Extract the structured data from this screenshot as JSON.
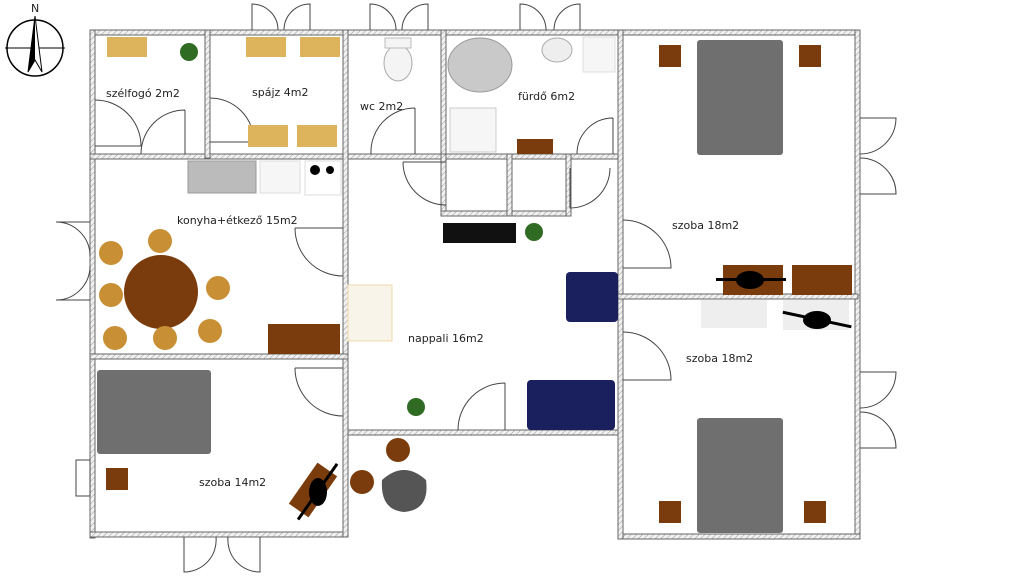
{
  "compass": {
    "north_label": "N"
  },
  "rooms": {
    "szelfogo": "szélfogó 2m2",
    "spajz": "spájz 4m2",
    "wc": "wc 2m2",
    "furdo": "fürdő 6m2",
    "konyha": "konyha+étkező 15m2",
    "nappali": "nappali 16m2",
    "szoba_ne": "szoba 18m2",
    "szoba_se": "szoba 18m2",
    "szoba_sw": "szoba 14m2"
  },
  "colors": {
    "wood": "#7a3c0c",
    "cabinet": "#ddb35c",
    "bed": "#6f6f6f",
    "sofa": "#1a1f5e",
    "plant": "#2f6b22"
  }
}
